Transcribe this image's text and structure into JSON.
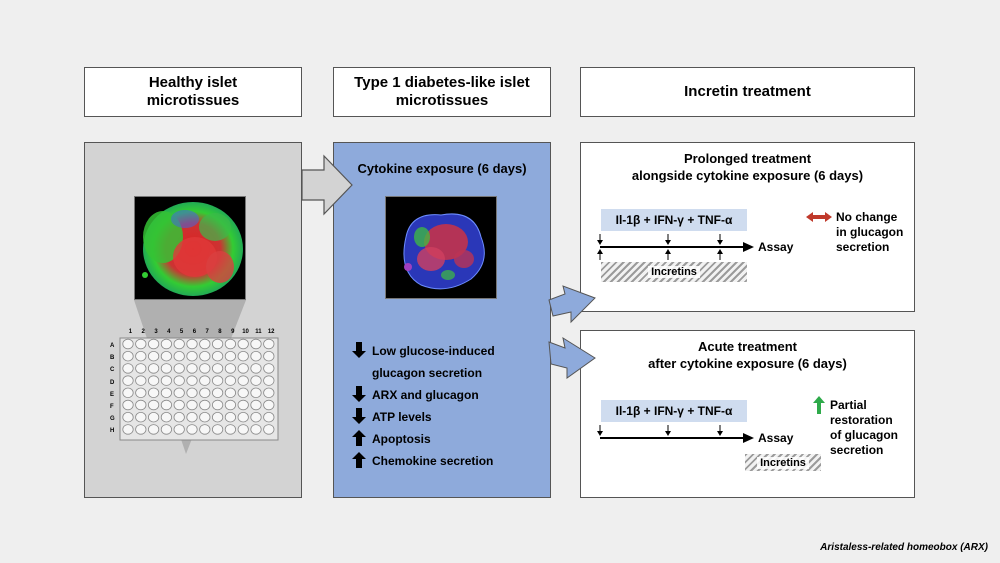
{
  "headers": {
    "healthy": "Healthy islet microtissues",
    "t1d": "Type 1 diabetes-like islet microtissues",
    "incretin": "Incretin treatment"
  },
  "plate": {
    "columns": [
      "1",
      "2",
      "3",
      "4",
      "5",
      "6",
      "7",
      "8",
      "9",
      "10",
      "11",
      "12"
    ],
    "rows": [
      "A",
      "B",
      "C",
      "D",
      "E",
      "F",
      "G",
      "H"
    ]
  },
  "t1d_panel": {
    "title": "Cytokine exposure (6 days)",
    "effects": [
      {
        "direction": "down",
        "text": "Low glucose-induced"
      },
      {
        "direction": "none",
        "text": "glucagon secretion"
      },
      {
        "direction": "down",
        "text": "ARX and glucagon"
      },
      {
        "direction": "down",
        "text": "ATP levels"
      },
      {
        "direction": "up",
        "text": "Apoptosis"
      },
      {
        "direction": "up",
        "text": "Chemokine secretion"
      }
    ]
  },
  "prolonged": {
    "title_line1": "Prolonged treatment",
    "title_line2": "alongside cytokine exposure (6 days)",
    "cytokines": "Il-1β + IFN-γ + TNF-α",
    "incretins": "Incretins",
    "assay": "Assay",
    "outcome": [
      "No change",
      "in glucagon",
      "secretion"
    ]
  },
  "acute": {
    "title_line1": "Acute treatment",
    "title_line2": "after cytokine exposure (6 days)",
    "cytokines": "Il-1β + IFN-γ + TNF-α",
    "incretins": "Incretins",
    "assay": "Assay",
    "outcome": [
      "Partial",
      "restoration",
      "of glucagon",
      "secretion"
    ]
  },
  "colors": {
    "t1d_panel": "#8eaadb",
    "cytokine_bar": "#cfdcef",
    "no_change_arrow": "#c0392b",
    "restoration_arrow": "#2eaa4a"
  },
  "footnote": "Aristaless-related homeobox (ARX)"
}
